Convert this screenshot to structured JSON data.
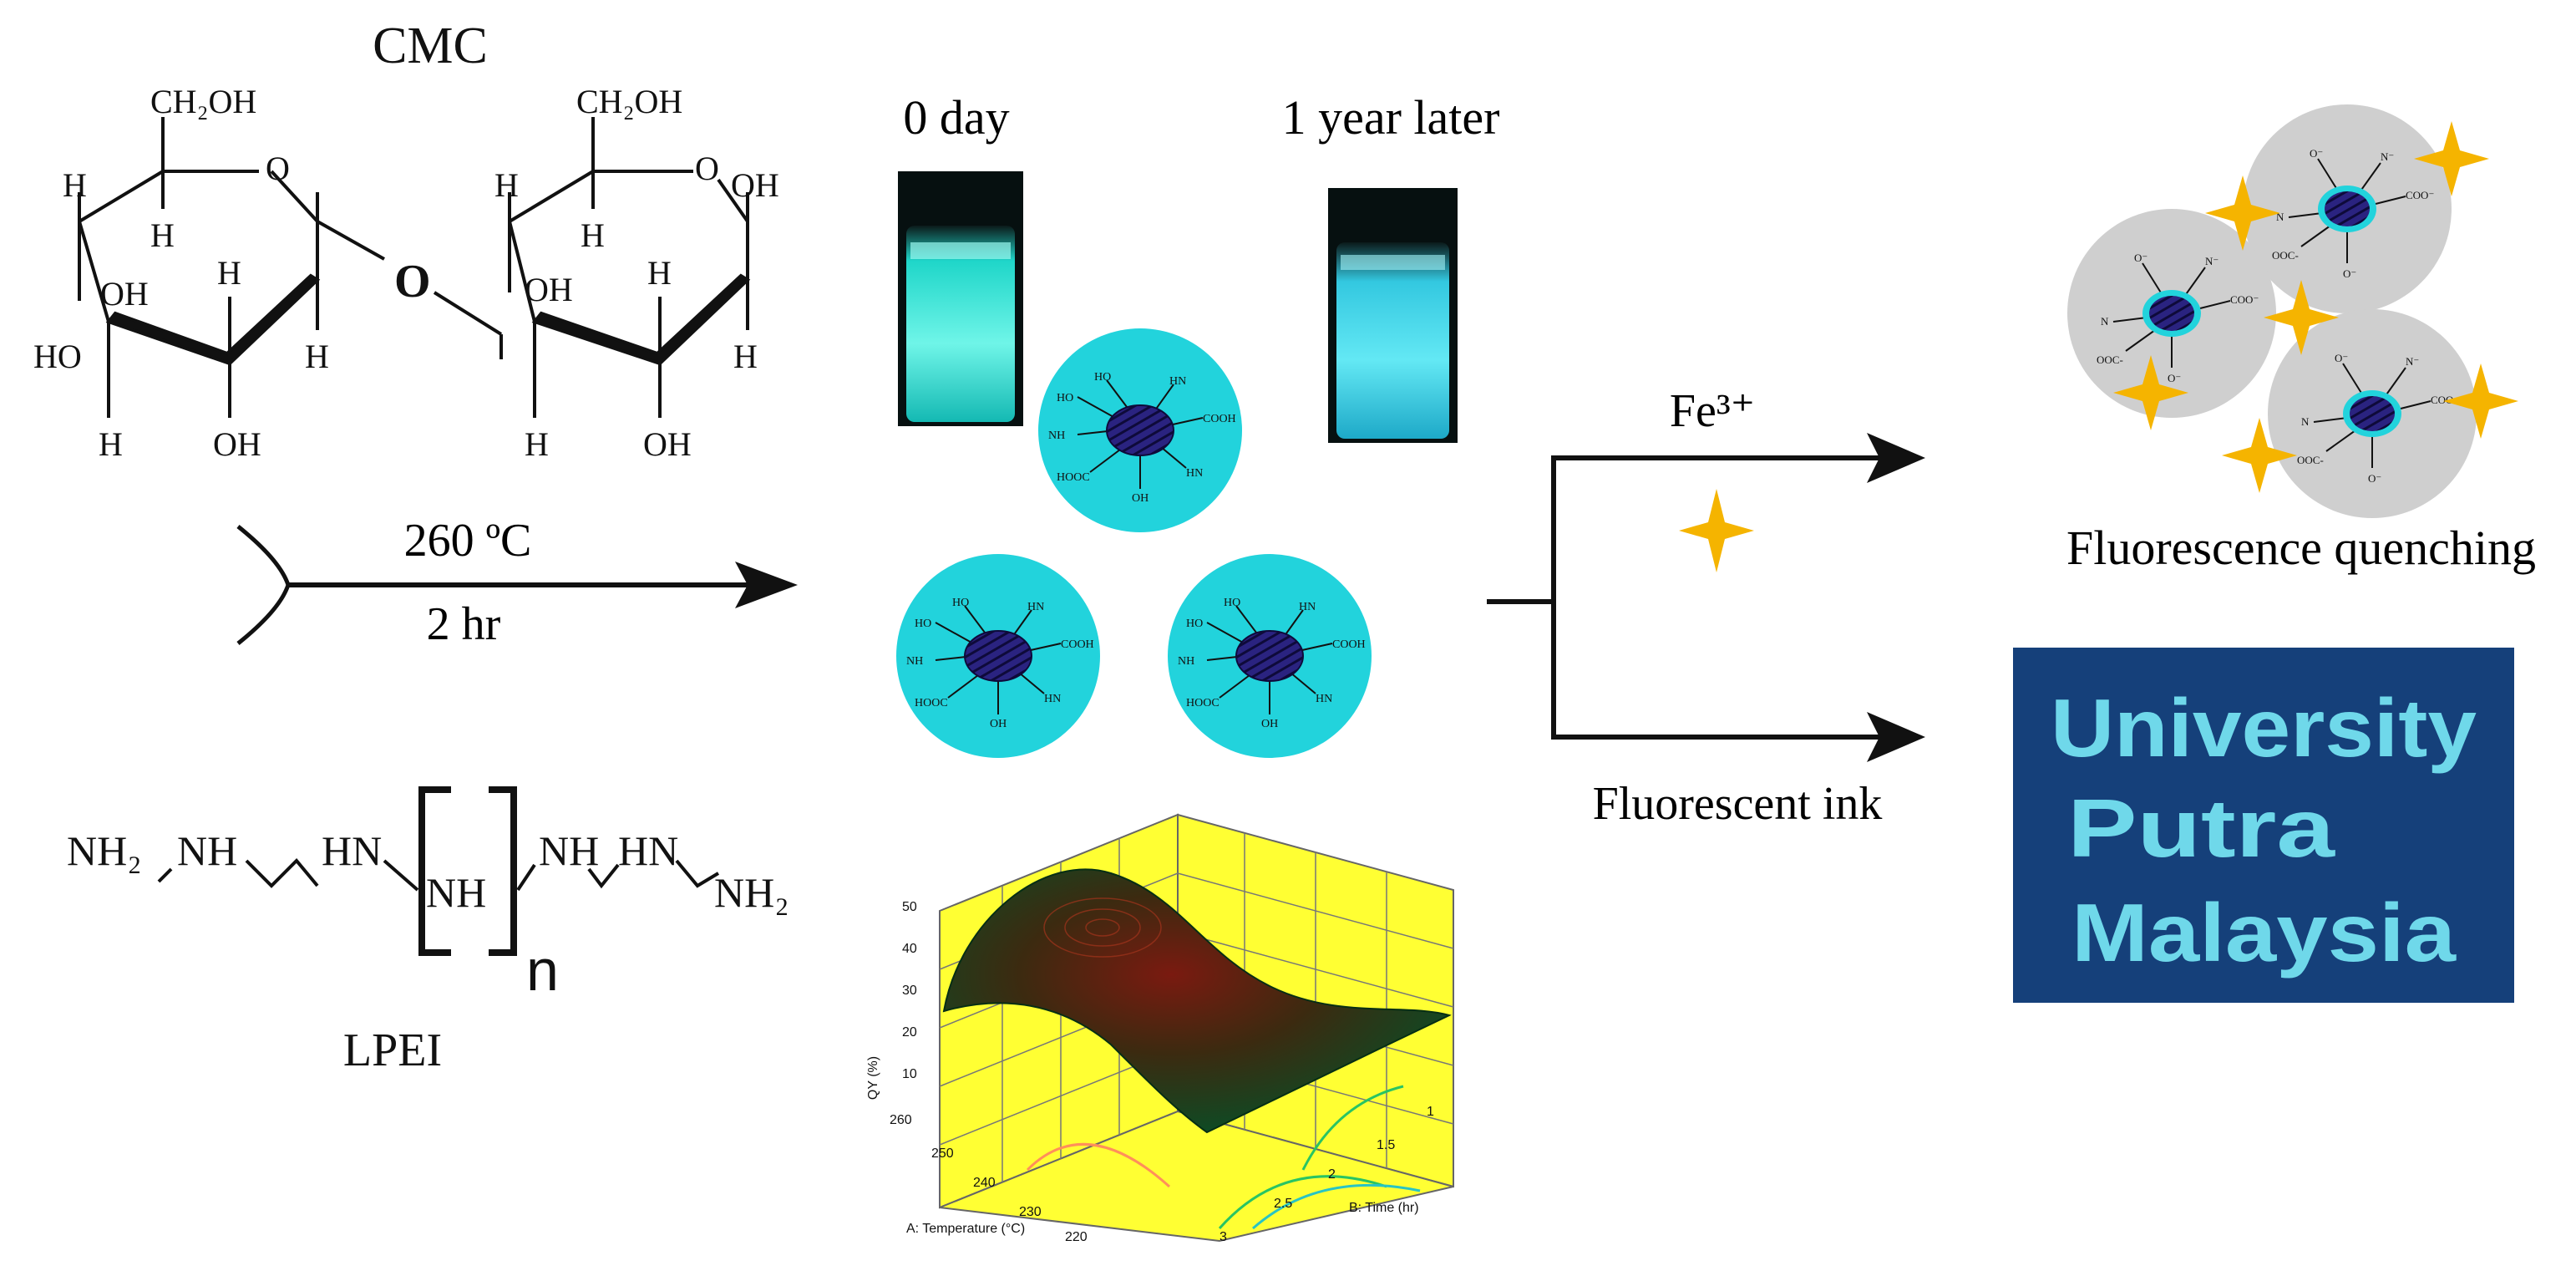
{
  "cmc": {
    "title": "CMC",
    "left": {
      "ch2oh": "CH₂OH",
      "o": "O",
      "h1": "H",
      "h2": "H",
      "h3": "H",
      "h4": "H",
      "h5": "H",
      "oh1": "OH",
      "oh2": "OH",
      "ho": "HO"
    },
    "bridge_o": "O",
    "right": {
      "ch2oh": "CH₂OH",
      "o": "O",
      "oh_top": "OH",
      "h1": "H",
      "h2": "H",
      "h3": "H",
      "h4": "H",
      "h5": "H",
      "oh1": "OH",
      "oh2": "OH"
    }
  },
  "reaction": {
    "temperature": "260 ºC",
    "time": "2 hr"
  },
  "lpei": {
    "name": "LPEI",
    "nh2_left": "NH₂",
    "nh_a": "NH",
    "hn_b": "HN",
    "nh_bracket": "NH",
    "n_subscript": "n",
    "nh_c": "NH",
    "hn_d": "HN",
    "nh2_right": "NH₂"
  },
  "vials": {
    "left_label": "0 day",
    "right_label": "1 year later"
  },
  "dot_labels": {
    "ho": "HO",
    "hn": "HN",
    "nh": "NH",
    "cooh": "COOH",
    "hooc": "HOOC",
    "oh": "OH",
    "n": "N"
  },
  "branches": {
    "top_label": "Fe³⁺",
    "bottom_label": "Fluorescent ink",
    "top_result": "Fluorescence quenching"
  },
  "quench_labels": {
    "o": "O⁻",
    "n": "N⁻",
    "n_plain": "N",
    "coo": "COO⁻",
    "ooc": "OOC-"
  },
  "ink_image": {
    "lines": [
      "University",
      "Putra",
      "Malaysia"
    ]
  },
  "surface_plot": {
    "yaxis": "QY (%)",
    "xaxis_a": "A: Temperature (°C)",
    "xaxis_b": "B: Time (hr)",
    "z_ticks": [
      "50",
      "40",
      "30",
      "20",
      "10"
    ],
    "a_ticks": [
      "260",
      "250",
      "240",
      "230",
      "220"
    ],
    "b_ticks": [
      "1",
      "1.5",
      "2",
      "2.5",
      "3"
    ]
  },
  "colors": {
    "cyan": "#22d3dc",
    "core": "#2a2380",
    "gold": "#f5b400",
    "plot_bg": "#ffff33",
    "ink_bg": "#1a4c8c",
    "ink_text": "#6fd8ea",
    "grey": "#cfcfcf"
  }
}
